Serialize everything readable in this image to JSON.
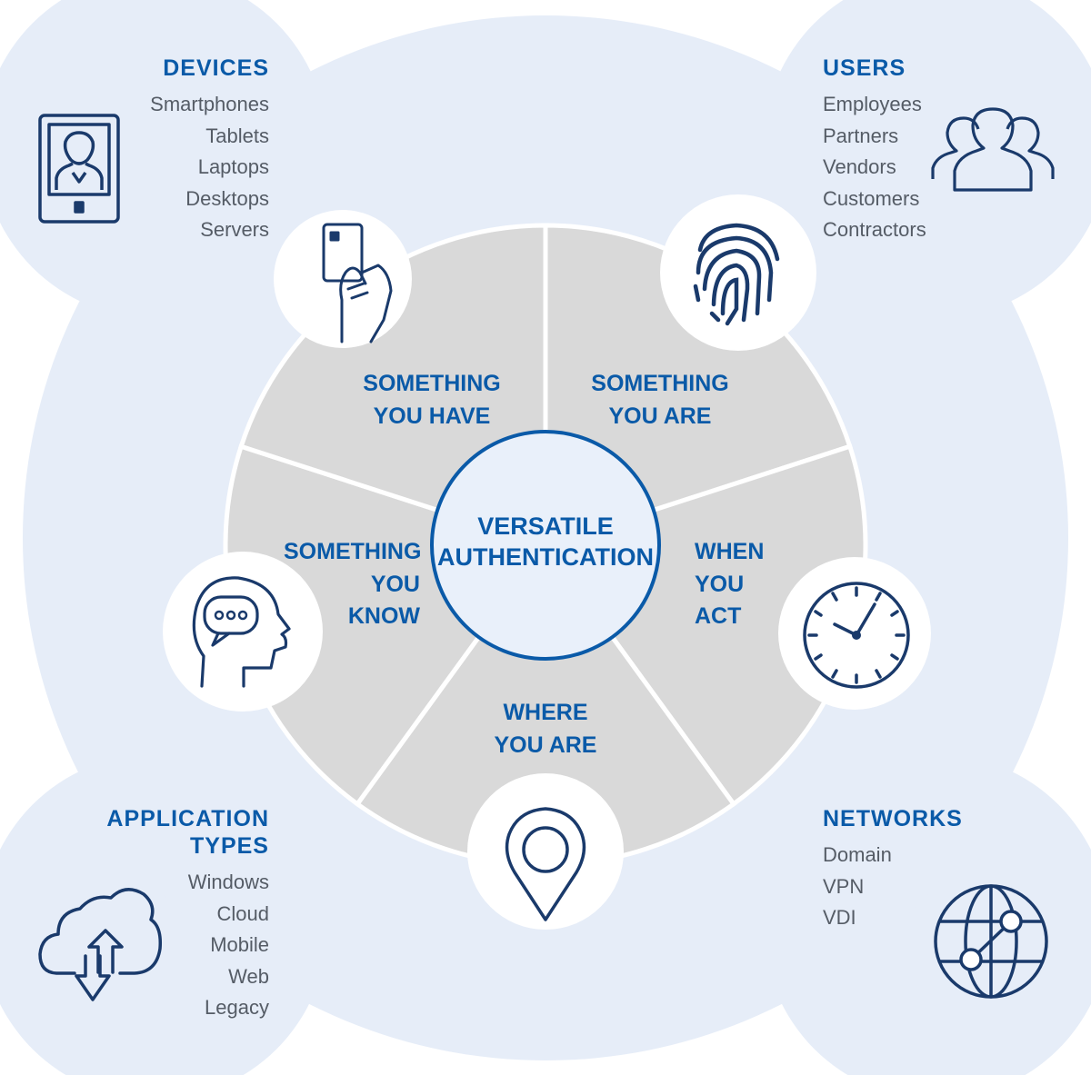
{
  "center": {
    "line1": "VERSATILE",
    "line2": "AUTHENTICATION"
  },
  "segments": [
    {
      "id": "have",
      "lines": [
        "SOMETHING",
        "YOU HAVE"
      ],
      "icon": "card-hand-icon"
    },
    {
      "id": "are",
      "lines": [
        "SOMETHING",
        "YOU ARE"
      ],
      "icon": "fingerprint-icon"
    },
    {
      "id": "act",
      "lines": [
        "WHEN",
        "YOU",
        "ACT"
      ],
      "icon": "clock-icon"
    },
    {
      "id": "where",
      "lines": [
        "WHERE",
        "YOU ARE"
      ],
      "icon": "location-pin-icon"
    },
    {
      "id": "know",
      "lines": [
        "SOMETHING",
        "YOU",
        "KNOW"
      ],
      "icon": "head-thought-icon"
    }
  ],
  "corners": {
    "devices": {
      "title": [
        "DEVICES"
      ],
      "items": [
        "Smartphones",
        "Tablets",
        "Laptops",
        "Desktops",
        "Servers"
      ],
      "icon": "tablet-icon"
    },
    "users": {
      "title": [
        "USERS"
      ],
      "items": [
        "Employees",
        "Partners",
        "Vendors",
        "Customers",
        "Contractors"
      ],
      "icon": "users-group-icon"
    },
    "apps": {
      "title": [
        "APPLICATION",
        "TYPES"
      ],
      "items": [
        "Windows",
        "Cloud",
        "Mobile",
        "Web",
        "Legacy"
      ],
      "icon": "cloud-sync-icon"
    },
    "networks": {
      "title": [
        "NETWORKS"
      ],
      "items": [
        "Domain",
        "VPN",
        "VDI"
      ],
      "icon": "globe-network-icon"
    }
  },
  "colors": {
    "background_blob": "#e6edf8",
    "segment": "#d9d9d9",
    "segment_divider": "#ffffff",
    "center_fill": "#e9f0fa",
    "accent": "#0a5aa8",
    "icon_stroke": "#1a3a6b",
    "item_text": "#555c66"
  }
}
